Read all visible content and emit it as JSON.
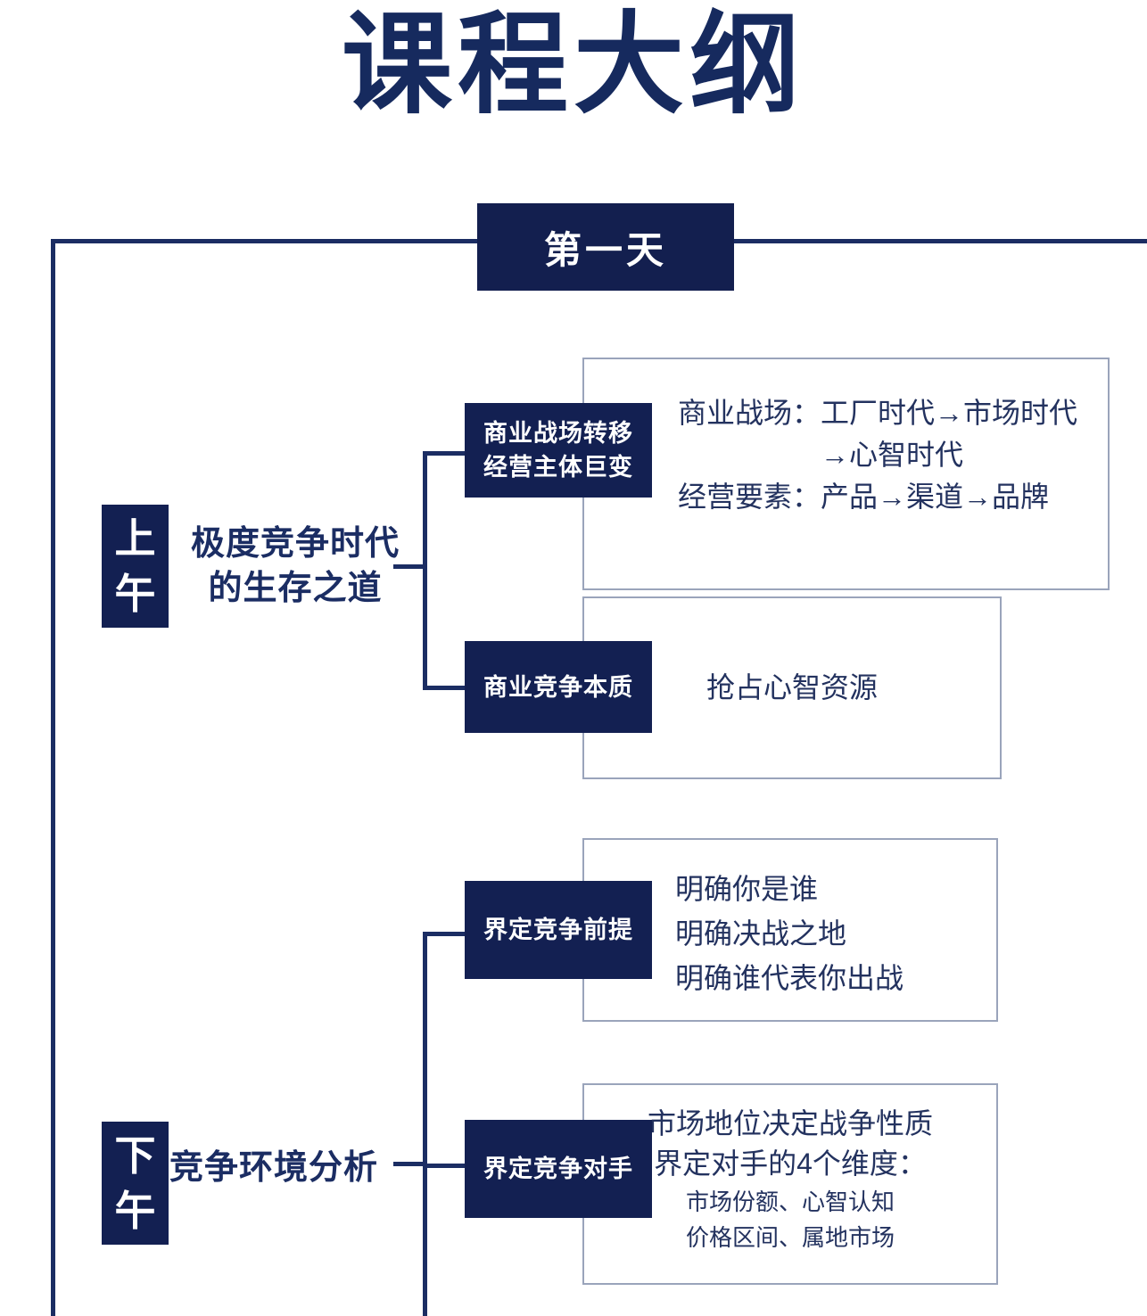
{
  "page": {
    "title": "课程大纲",
    "accent_navy": "#131f4f",
    "line_navy": "#1b2d63",
    "text_navy": "#23325f",
    "box_border": "#9aa4bb",
    "background": "#ffffff"
  },
  "day": {
    "banner_label": "第一天"
  },
  "sessions": [
    {
      "badge_line1": "上",
      "badge_line2": "午",
      "title_line1": "极度竞争时代",
      "title_line2": "的生存之道",
      "topics": [
        {
          "label_line1": "商业战场转移",
          "label_line2": "经营主体巨变",
          "details": [
            "商业战场：工厂时代→市场时代",
            "→心智时代",
            "经营要素：产品→渠道→品牌"
          ]
        },
        {
          "label_line1": "商业竞争本质",
          "label_line2": "",
          "details": [
            "抢占心智资源"
          ]
        }
      ]
    },
    {
      "badge_line1": "下",
      "badge_line2": "午",
      "title_line1": "竞争环境分析",
      "title_line2": "",
      "topics": [
        {
          "label_line1": "界定竞争前提",
          "label_line2": "",
          "details": [
            "明确你是谁",
            "明确决战之地",
            "明确谁代表你出战"
          ]
        },
        {
          "label_line1": "界定竞争对手",
          "label_line2": "",
          "details": [
            "市场地位决定战争性质",
            "界定对手的4个维度：",
            "市场份额、心智认知",
            "价格区间、属地市场"
          ]
        }
      ]
    }
  ]
}
